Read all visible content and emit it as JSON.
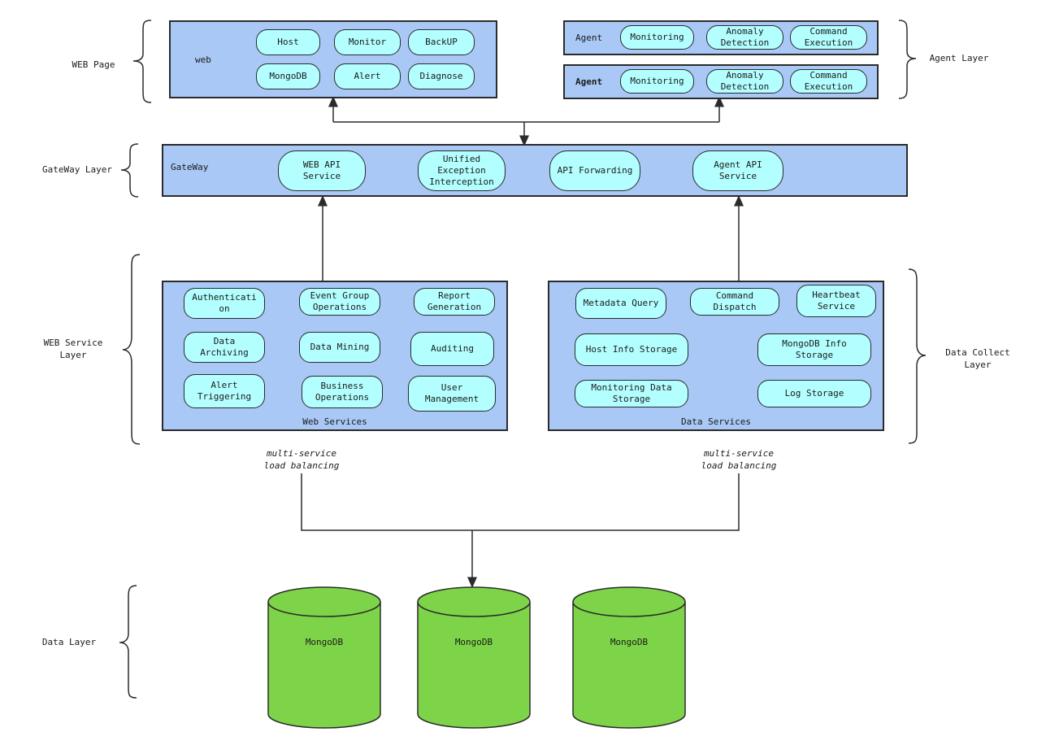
{
  "layers": {
    "web_page": "WEB Page",
    "agent_layer": "Agent Layer",
    "gateway_layer": "GateWay Layer",
    "web_service_layer": "WEB Service\nLayer",
    "data_collect_layer": "Data Collect\nLayer",
    "data_layer": "Data Layer"
  },
  "web": {
    "label": "web",
    "items": [
      "Host",
      "Monitor",
      "BackUP",
      "MongoDB",
      "Alert",
      "Diagnose"
    ]
  },
  "agents": [
    {
      "label": "Agent",
      "items": [
        "Monitoring",
        "Anomaly\nDetection",
        "Command\nExecution"
      ]
    },
    {
      "label": "Agent",
      "items": [
        "Monitoring",
        "Anomaly\nDetection",
        "Command\nExecution"
      ]
    }
  ],
  "gateway": {
    "label": "GateWay",
    "items": [
      "WEB API\nService",
      "Unified\nException\nInterception",
      "API Forwarding",
      "Agent API\nService"
    ]
  },
  "web_services": {
    "caption": "Web Services",
    "items": [
      "Authenticati\non",
      "Event Group\nOperations",
      "Report\nGeneration",
      "Data\nArchiving",
      "Data Mining",
      "Auditing",
      "Alert\nTriggering",
      "Business\nOperations",
      "User\nManagement"
    ]
  },
  "data_services": {
    "caption": "Data Services",
    "items": [
      "Metadata Query",
      "Command\nDispatch",
      "Heartbeat\nService",
      "Host Info Storage",
      "MongoDB Info\nStorage",
      "Monitoring Data\nStorage",
      "Log Storage"
    ]
  },
  "load_balancing": [
    "multi-service\nload balancing",
    "multi-service\nload balancing"
  ],
  "databases": [
    "MongoDB",
    "MongoDB",
    "MongoDB"
  ],
  "colors": {
    "panel": "#a9c8f5",
    "pill": "#b3ffff",
    "db": "#7ed448"
  }
}
